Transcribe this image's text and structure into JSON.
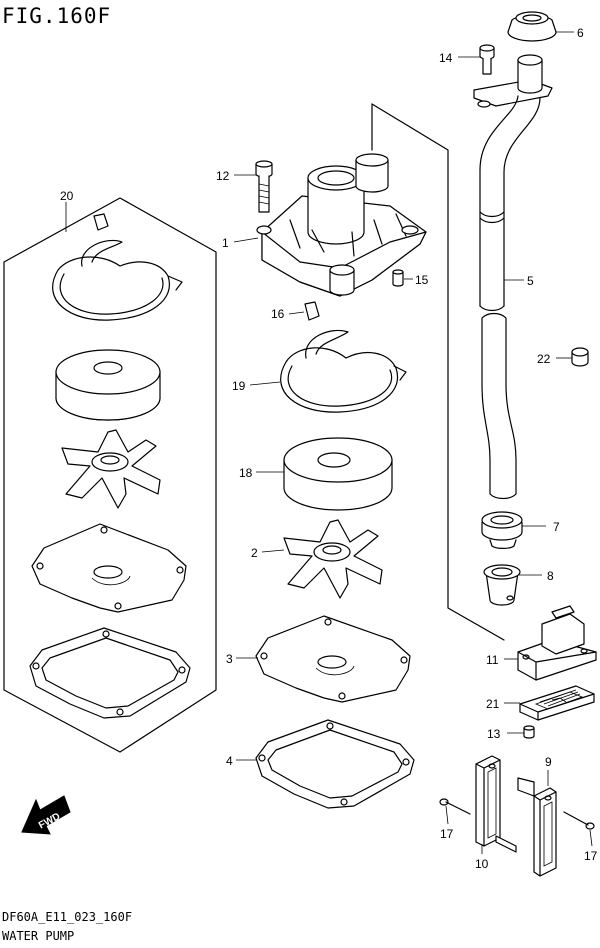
{
  "figure_title": "FIG.160F",
  "footer_code": "DF60A_E11_023_160F",
  "footer_name": "WATER PUMP",
  "fwd_label": "FWD",
  "callouts": [
    {
      "id": "c1",
      "text": "1"
    },
    {
      "id": "c2",
      "text": "2"
    },
    {
      "id": "c3",
      "text": "3"
    },
    {
      "id": "c4",
      "text": "4"
    },
    {
      "id": "c5",
      "text": "5"
    },
    {
      "id": "c6",
      "text": "6"
    },
    {
      "id": "c7",
      "text": "7"
    },
    {
      "id": "c8",
      "text": "8"
    },
    {
      "id": "c9",
      "text": "9"
    },
    {
      "id": "c10",
      "text": "10"
    },
    {
      "id": "c11",
      "text": "11"
    },
    {
      "id": "c12",
      "text": "12"
    },
    {
      "id": "c13",
      "text": "13"
    },
    {
      "id": "c14",
      "text": "14"
    },
    {
      "id": "c15",
      "text": "15"
    },
    {
      "id": "c16",
      "text": "16"
    },
    {
      "id": "c17a",
      "text": "17"
    },
    {
      "id": "c17b",
      "text": "17"
    },
    {
      "id": "c18",
      "text": "18"
    },
    {
      "id": "c19",
      "text": "19"
    },
    {
      "id": "c20",
      "text": "20"
    },
    {
      "id": "c21",
      "text": "21"
    },
    {
      "id": "c22",
      "text": "22"
    }
  ]
}
